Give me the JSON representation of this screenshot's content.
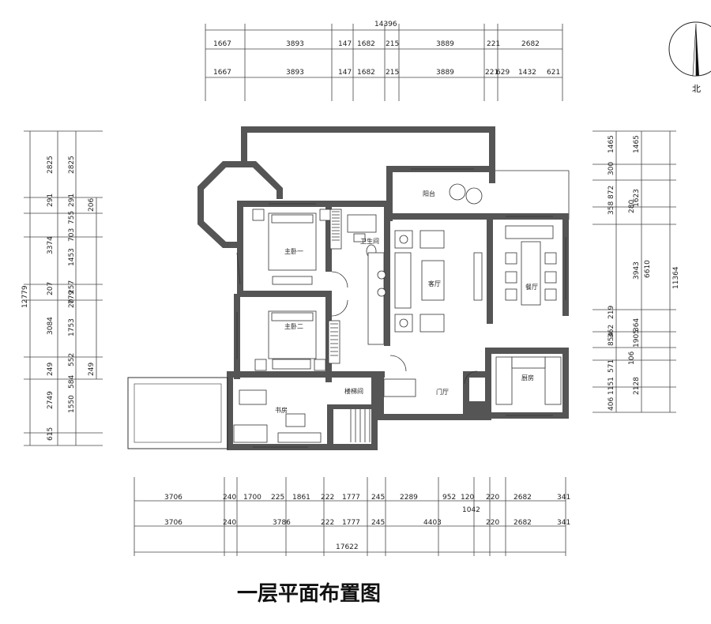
{
  "title": "一层平面布置图",
  "north_label": "北",
  "top_dims": {
    "total": "14396",
    "row1": [
      "1667",
      "3893",
      "147",
      "1682",
      "215",
      "3889",
      "221",
      "2682"
    ],
    "row2": [
      "1667",
      "3893",
      "147",
      "1682",
      "215",
      "3889",
      "221",
      "629",
      "1432",
      "621"
    ]
  },
  "bottom_dims": {
    "row1": [
      "3706",
      "240",
      "1700",
      "225",
      "1861",
      "222",
      "1777",
      "245",
      "2289",
      "952",
      "120",
      "220",
      "2682",
      "341"
    ],
    "extra": "1042",
    "row2": [
      "3706",
      "240",
      "3786",
      "222",
      "1777",
      "245",
      "4403",
      "220",
      "2682",
      "341"
    ],
    "total": "17622"
  },
  "left_dims": {
    "total": "12779",
    "col1": [
      "2825",
      "291",
      "3374",
      "207",
      "3084",
      "249",
      "2749",
      "615"
    ],
    "col2": [
      "2825",
      "291",
      "755",
      "703",
      "1453",
      "257",
      "779",
      "20",
      "1753",
      "552",
      "584",
      "1550"
    ],
    "col3": [
      "206",
      "249"
    ]
  },
  "right_dims": {
    "col1": [
      "1465",
      "300",
      "872",
      "358",
      "280",
      "219",
      "362",
      "854",
      "571",
      "106",
      "1151",
      "406"
    ],
    "col2": [
      "1465",
      "1623",
      "3943",
      "364",
      "1905",
      "2128"
    ],
    "col3": [
      "6610"
    ],
    "total": "11364"
  },
  "rooms": {
    "master1": "主卧一",
    "master2": "主卧二",
    "bathroom": "卫生间",
    "balcony": "阳台",
    "living": "客厅",
    "dining": "餐厅",
    "kitchen": "厨房",
    "stair": "楼梯间",
    "study": "书房",
    "foyer": "门厅"
  }
}
